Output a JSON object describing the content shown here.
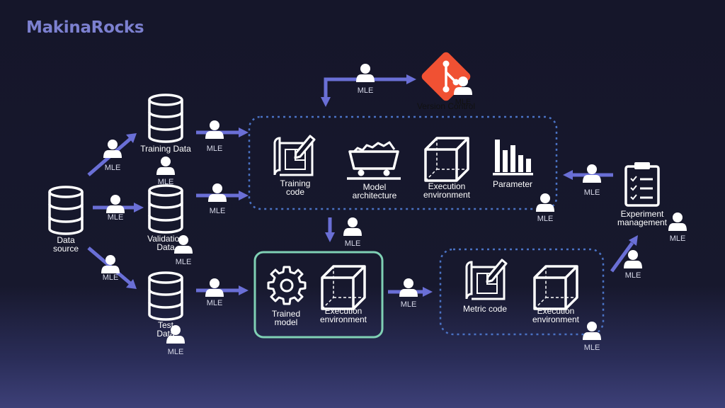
{
  "brand": {
    "logo_text": "MakinaRocks"
  },
  "nodes": {
    "data_source": "Data\nsource",
    "training_data": "Training Data",
    "validation_data": "Validation\nData",
    "test_data": "Test\nData",
    "version_control": "Version Control",
    "training_code": "Training\ncode",
    "model_architecture": "Model\narchitecture",
    "execution_environment_1": "Execution\nenvironment",
    "parameter": "Parameter",
    "experiment_management": "Experiment\nmanagement",
    "trained_model": "Trained\nmodel",
    "execution_environment_2": "Execution\nenvironment",
    "metric_code": "Metric code",
    "execution_environment_3": "Execution\nenvironment"
  },
  "role_label": "MLE",
  "colors": {
    "arrow": "#6a6fd6",
    "dotted": "#4a72c4",
    "highlight": "#7fd0b4",
    "git": "#f05133",
    "logo": "#7c80d0"
  }
}
